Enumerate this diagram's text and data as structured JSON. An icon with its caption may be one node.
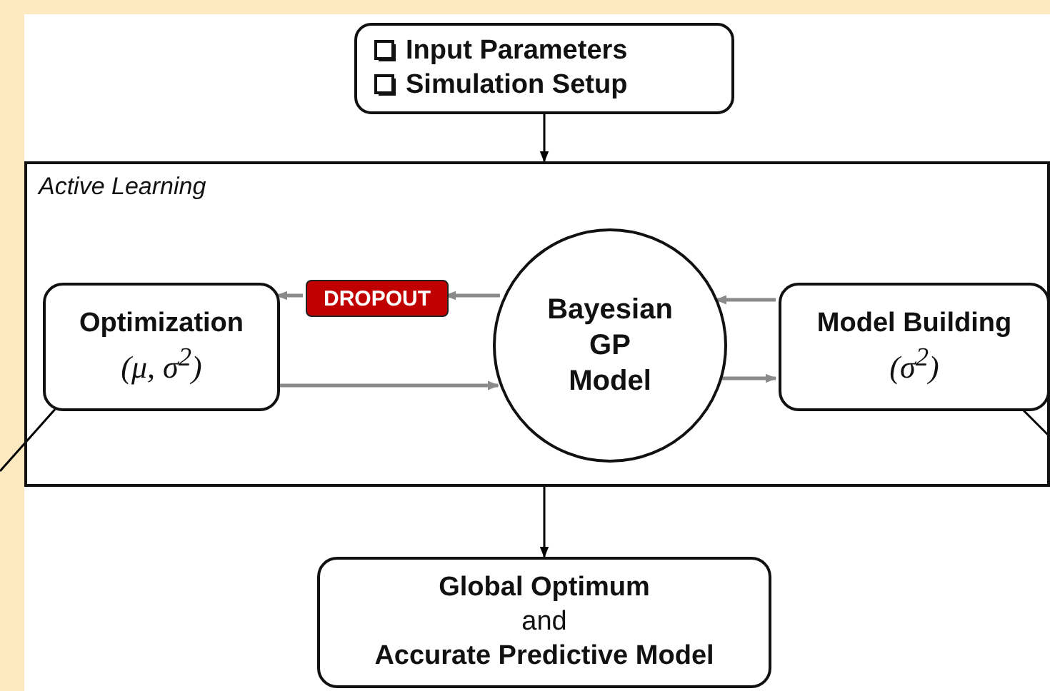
{
  "diagram": {
    "nodes": [
      {
        "text": [
          "Input Parameters",
          "Simulation Setup"
        ]
      },
      {
        "text": [
          "Active Learning"
        ]
      },
      {
        "text": [
          "Optimization",
          "(μ, σ$^{2}$)"
        ],
        "in": 1
      },
      {
        "text": [
          "DROPOUT"
        ],
        "in": 1
      },
      {
        "text": [
          "Bayesian GP Model"
        ],
        "in": 1
      },
      {
        "text": [
          "Model Building",
          "(σ$^{2}$)"
        ],
        "in": 1
      },
      {
        "text": [
          "Global Optimum",
          "and",
          "Accurate Predictive Model"
        ]
      }
    ],
    "edges": [
      {
        "from": 0,
        "to": 1,
        "arrow": "to",
        "color": "#000000"
      },
      {
        "from": 4,
        "to": 3,
        "arrow": "to"
      },
      {
        "from": 3,
        "to": 2,
        "arrow": "to"
      },
      {
        "from": 2,
        "to": 4,
        "arrow": "to"
      },
      {
        "from": 5,
        "to": 4,
        "arrow": "to"
      },
      {
        "from": 4,
        "to": 5,
        "arrow": "to"
      },
      {
        "from": 1,
        "to": 6,
        "arrow": "to",
        "color": "#000000"
      },
      {
        "from": 2,
        "to": null,
        "arrow": "none",
        "color": "#000000"
      },
      {
        "from": 5,
        "to": null,
        "arrow": "none",
        "color": "#000000"
      }
    ]
  }
}
